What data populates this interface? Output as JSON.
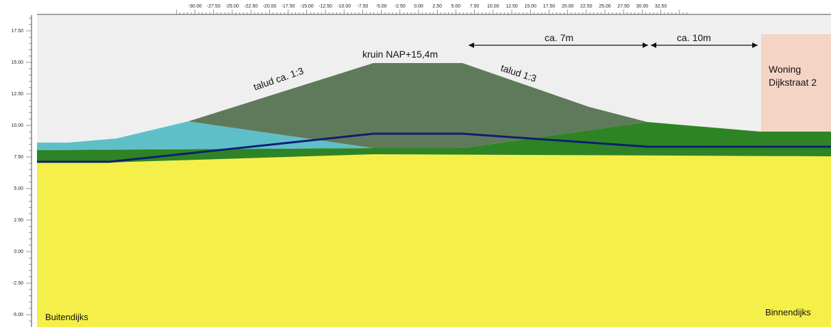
{
  "x_axis": {
    "ticks": [
      "-30.00",
      "-27.50",
      "-25.00",
      "-22.50",
      "-20.00",
      "-17.50",
      "-15.00",
      "-12.50",
      "-10.00",
      "-7.50",
      "-5.00",
      "-2.50",
      "0.00",
      "2.50",
      "5.00",
      "7.50",
      "10.00",
      "12.50",
      "15.00",
      "17.50",
      "20.00",
      "22.50",
      "25.00",
      "27.50",
      "30.00",
      "32.50"
    ]
  },
  "y_axis": {
    "ticks": [
      "17.50",
      "15.00",
      "12.50",
      "10.00",
      "7.50",
      "5.00",
      "2.50",
      "0.00",
      "-2.50",
      "-5.00"
    ]
  },
  "labels": {
    "crest": "kruin NAP+15,4m",
    "slope_outer": "talud ca. 1:3",
    "slope_inner": "talud 1:3",
    "distance_1": "ca. 7m",
    "distance_2": "ca. 10m",
    "house_line1": "Woning",
    "house_line2": "Dijkstraat 2",
    "outside": "Buitendijks",
    "inside": "Binnendijks"
  },
  "colors": {
    "background": "#efefef",
    "sand": "#f5ef4a",
    "clay": "#2e8424",
    "existing_dike": "#5fbfc8",
    "new_dike": "#5f7a5a",
    "house": "#f4d4c4",
    "phreatic_line": "#0d1f73"
  }
}
